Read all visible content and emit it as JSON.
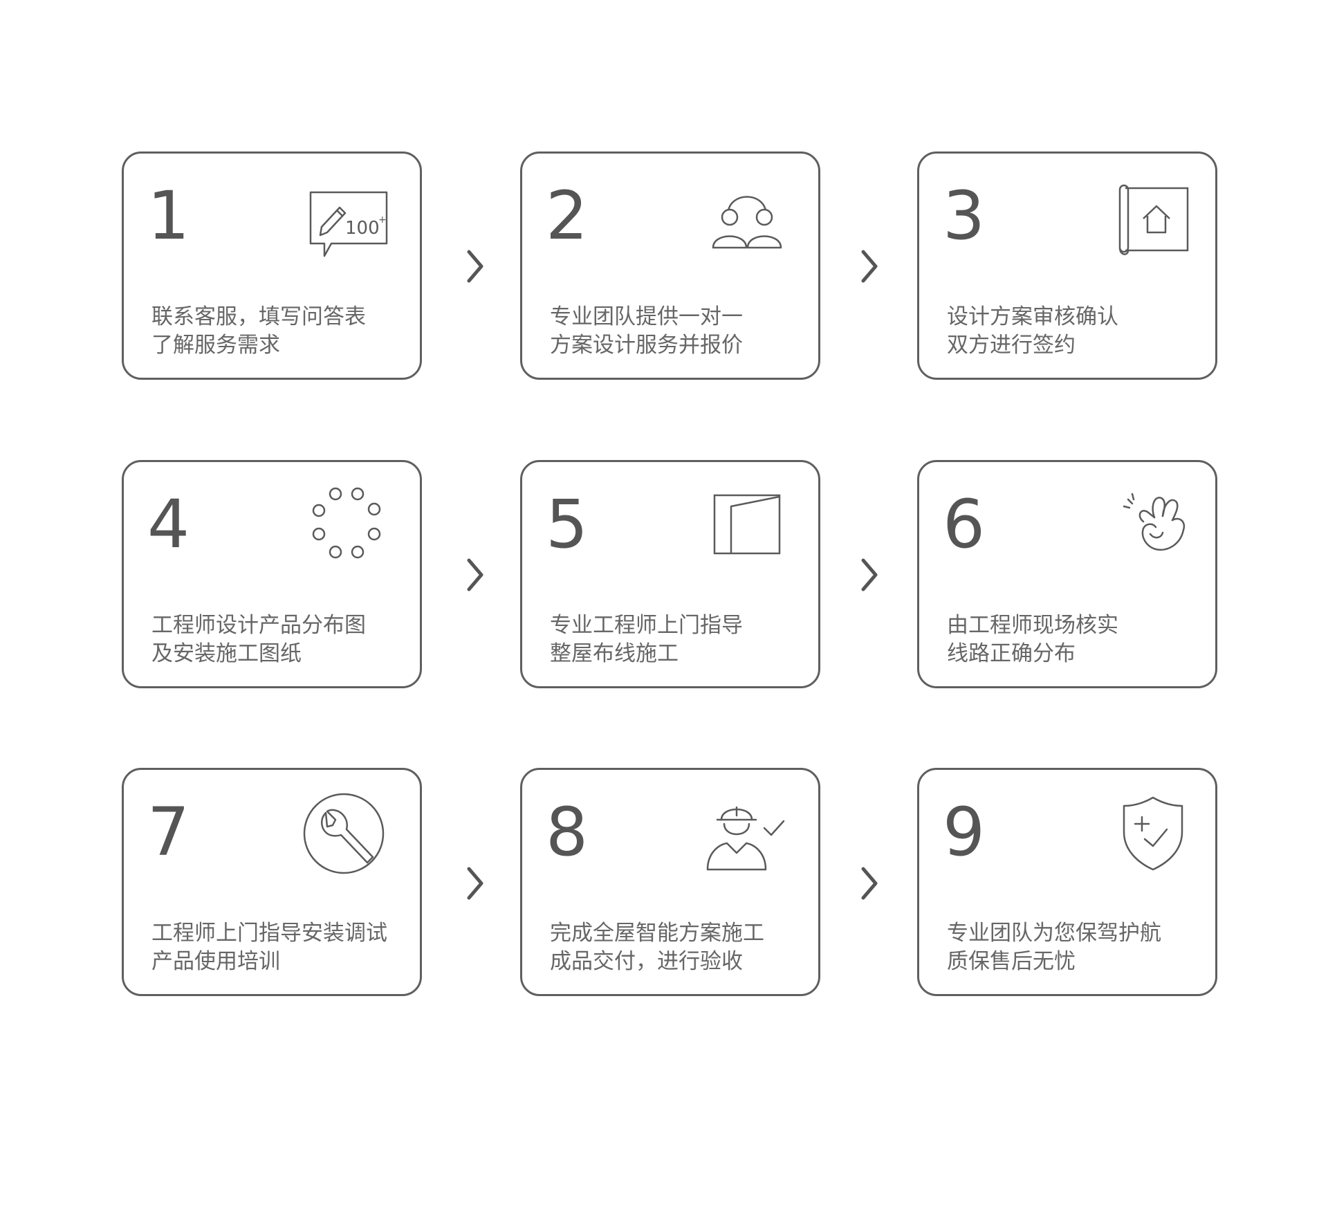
{
  "steps": [
    {
      "number": "1",
      "icon": "feedback-form-icon",
      "icon_text": "100",
      "icon_sup": "+",
      "line1": "联系客服，填写问答表",
      "line2": "了解服务需求"
    },
    {
      "number": "2",
      "icon": "team-icon",
      "line1": "专业团队提供一对一",
      "line2": "方案设计服务并报价"
    },
    {
      "number": "3",
      "icon": "house-blueprint-icon",
      "line1": "设计方案审核确认",
      "line2": "双方进行签约"
    },
    {
      "number": "4",
      "icon": "distribution-dots-icon",
      "line1": "工程师设计产品分布图",
      "line2": "及安装施工图纸"
    },
    {
      "number": "5",
      "icon": "door-icon",
      "line1": "专业工程师上门指导",
      "line2": "整屋布线施工"
    },
    {
      "number": "6",
      "icon": "ok-hand-icon",
      "line1": "由工程师现场核实",
      "line2": "线路正确分布"
    },
    {
      "number": "7",
      "icon": "wrench-icon",
      "line1": "工程师上门指导安装调试",
      "line2": "产品使用培训"
    },
    {
      "number": "8",
      "icon": "engineer-check-icon",
      "line1": "完成全屋智能方案施工",
      "line2": "成品交付，进行验收"
    },
    {
      "number": "9",
      "icon": "shield-icon",
      "line1": "专业团队为您保驾护航",
      "line2": "质保售后无忧"
    }
  ],
  "colors": {
    "border": "#5f5f5f",
    "text": "#555555",
    "icon": "#5a5a5a"
  }
}
